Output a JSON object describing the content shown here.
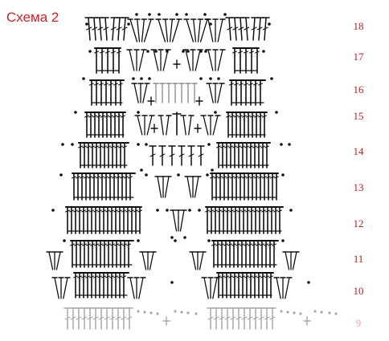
{
  "title": "Схема 2",
  "rows": [
    {
      "number": "18"
    },
    {
      "number": "17"
    },
    {
      "number": "16"
    },
    {
      "number": "15"
    },
    {
      "number": "14"
    },
    {
      "number": "13"
    },
    {
      "number": "12"
    },
    {
      "number": "11"
    },
    {
      "number": "10"
    },
    {
      "number": "9"
    }
  ],
  "colors": {
    "title": "#cc2222",
    "row_numbers": "#b52222",
    "row_number_faint": "#e8a0a0",
    "symbols": "#111111",
    "symbols_faint": "#a8a8a8"
  },
  "symbols": [
    "double-crochet",
    "chain-dot",
    "single-crochet-cross",
    "double-crochet-cluster"
  ]
}
